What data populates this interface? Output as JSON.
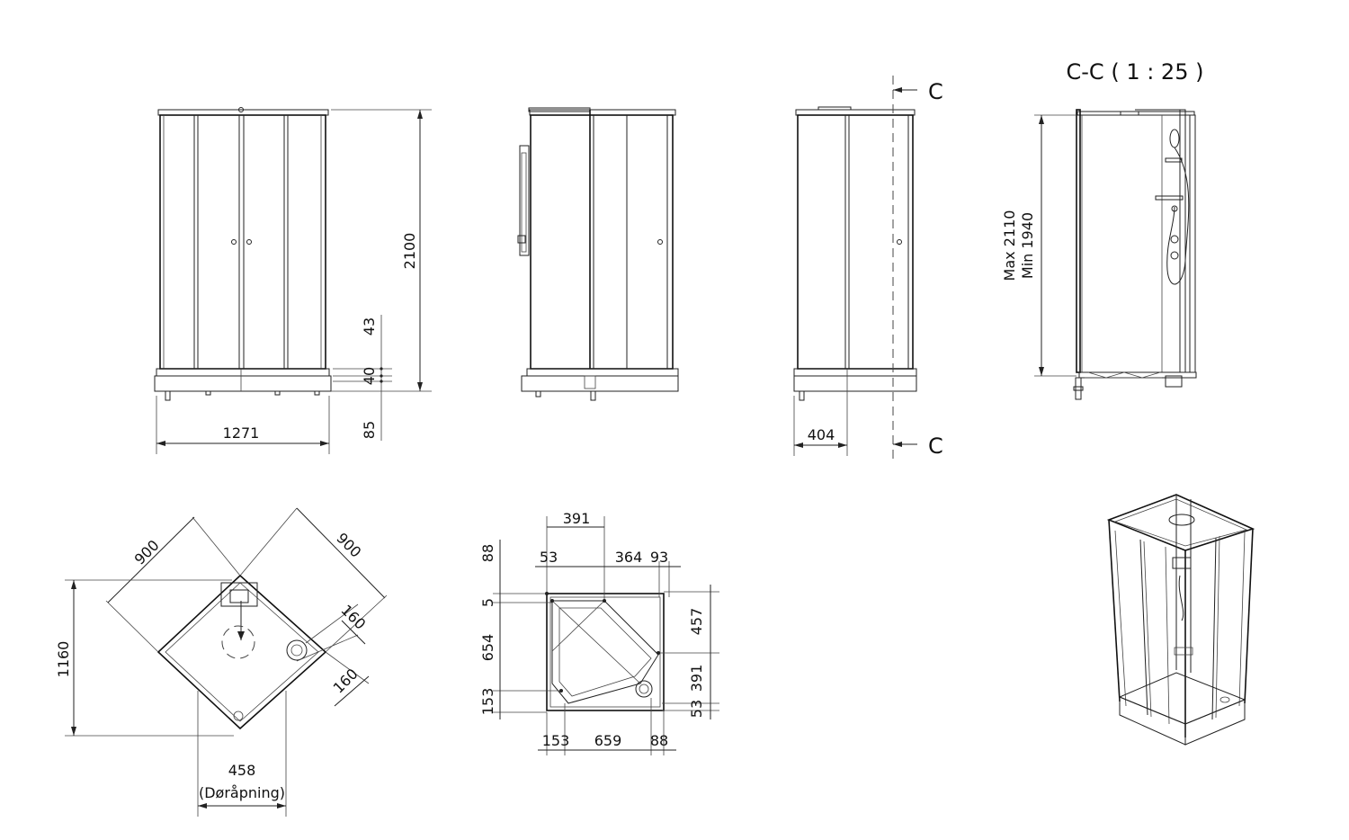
{
  "section": {
    "title": "C-C ( 1 : 25 )",
    "cut_label_top": "C",
    "cut_label_bottom": "C"
  },
  "front_view": {
    "height": "2100",
    "width": "1271",
    "gap_43": "43",
    "gap_40": "40",
    "foot_85": "85"
  },
  "side_view": {
    "offset": "404"
  },
  "section_view": {
    "max": "Max 2110",
    "min": "Min 1940"
  },
  "plan_view": {
    "side_left": "900",
    "side_right": "900",
    "drain_a": "160",
    "drain_b": "160",
    "depth": "1160",
    "door_width": "458",
    "door_label": "(Døråpning)"
  },
  "tray_view": {
    "top_391": "391",
    "top_53": "53",
    "top_364": "364",
    "top_93": "93",
    "left_88": "88",
    "left_5": "5",
    "left_654": "654",
    "left_153": "153",
    "right_457": "457",
    "right_391": "391",
    "right_53": "53",
    "bottom_153": "153",
    "bottom_659": "659",
    "bottom_88": "88"
  }
}
